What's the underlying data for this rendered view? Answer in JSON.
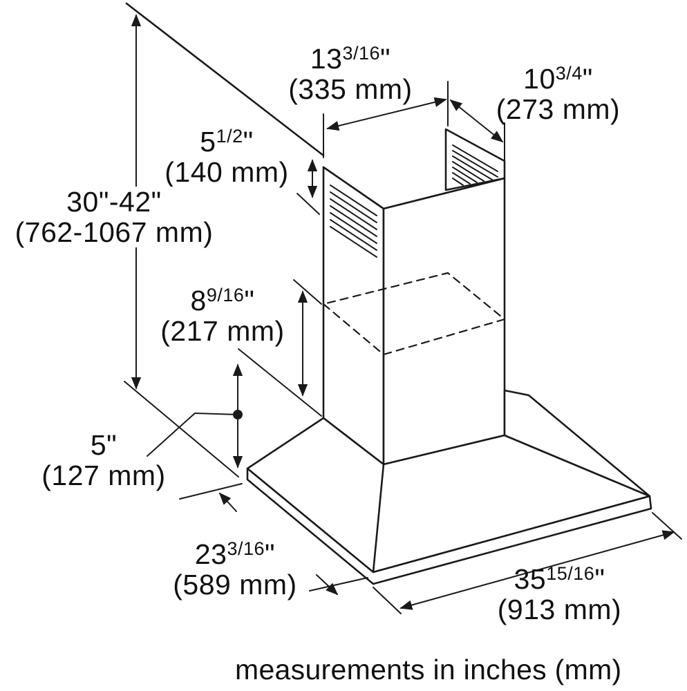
{
  "dimensions": {
    "chimney_width": {
      "whole": "13",
      "frac": "3/16",
      "unit": "\"",
      "mm": "(335 mm)"
    },
    "chimney_depth": {
      "whole": "10",
      "frac": "3/4",
      "unit": "\"",
      "mm": "(273 mm)"
    },
    "vent_offset": {
      "whole": "5",
      "frac": "1/2",
      "unit": "\"",
      "mm": "(140 mm)"
    },
    "overall_height": {
      "whole": "30\"-42\"",
      "frac": "",
      "unit": "",
      "mm": "(762-1067 mm)"
    },
    "chimney_overlap": {
      "whole": "8",
      "frac": "9/16",
      "unit": "\"",
      "mm": "(217 mm)"
    },
    "canopy_height": {
      "whole": "5\"",
      "frac": "",
      "unit": "",
      "mm": "(127 mm)"
    },
    "canopy_depth": {
      "whole": "23",
      "frac": "3/16",
      "unit": "\"",
      "mm": "(589 mm)"
    },
    "canopy_width": {
      "whole": "35",
      "frac": "15/16",
      "unit": "\"",
      "mm": "(913 mm)"
    }
  },
  "caption": "measurements in inches (mm)"
}
